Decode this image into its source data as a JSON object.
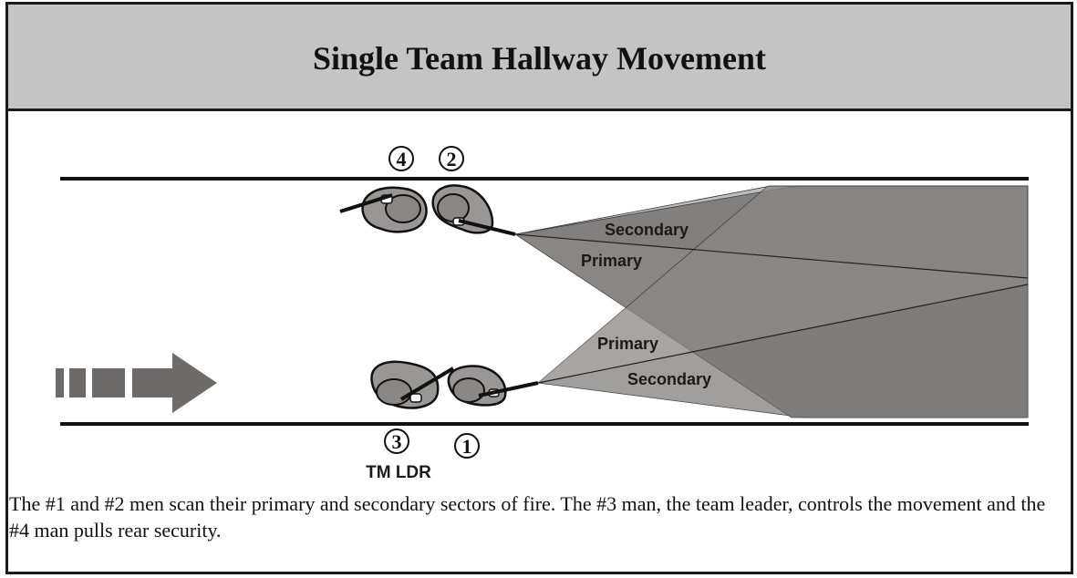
{
  "title": "Single Team Hallway Movement",
  "sectors": {
    "top_secondary": "Secondary",
    "top_primary": "Primary",
    "bottom_primary": "Primary",
    "bottom_secondary": "Secondary"
  },
  "team": {
    "member_1": "1",
    "member_2": "2",
    "member_3": "3",
    "member_4": "4",
    "leader_label": "TM LDR"
  },
  "caption": "The #1 and #2 men scan their primary and secondary sectors of fire. The #3 man, the team leader, controls the movement and the #4 man pulls rear security.",
  "icons": [
    "movement-arrow-icon",
    "soldier-icon"
  ],
  "colors": {
    "header_bg": "#c4c4c4",
    "light_sector": "#bdbdbd",
    "dark_sector": "#7d7978",
    "arrow": "#6e6a69"
  }
}
